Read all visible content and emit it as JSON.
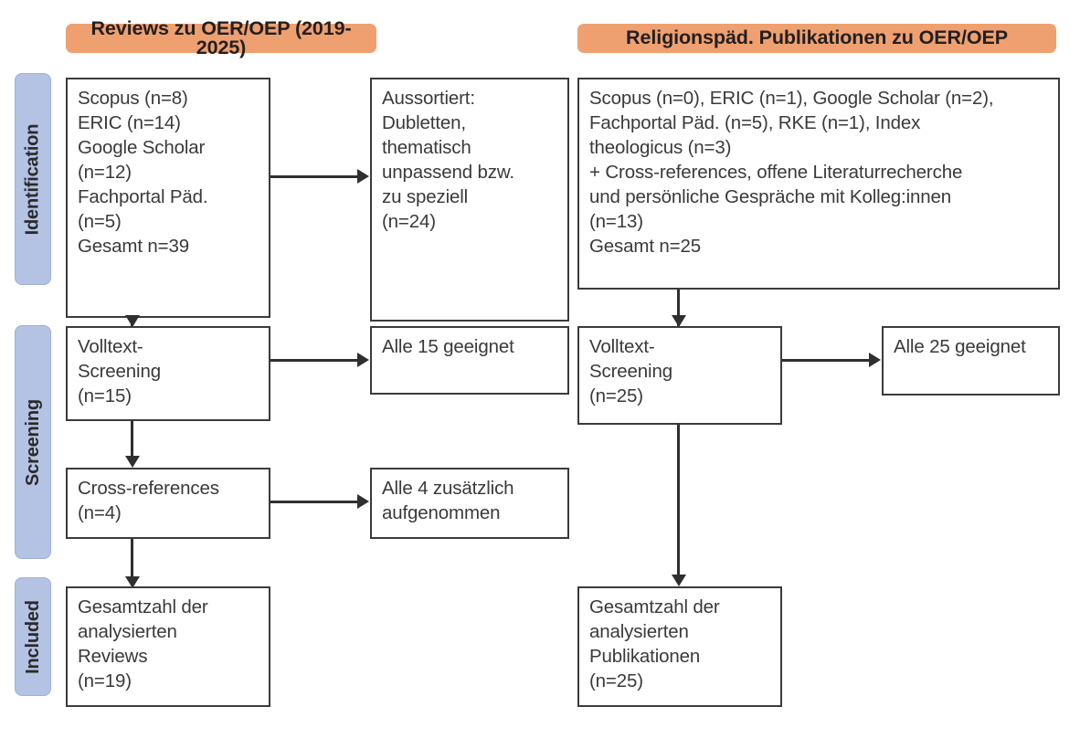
{
  "columns": {
    "left": {
      "header": "Reviews zu OER/OEP (2019-2025)"
    },
    "right": {
      "header": "Religionspäd. Publikationen zu OER/OEP"
    }
  },
  "stages": [
    {
      "label": "Identification"
    },
    {
      "label": "Screening"
    },
    {
      "label": "Included"
    }
  ],
  "boxes": {
    "left_identification": "Scopus (n=8)\nERIC (n=14)\nGoogle Scholar\n(n=12)\nFachportal Päd.\n(n=5)\nGesamt n=39",
    "left_excluded": "Aussortiert:\nDubletten,\nthematisch\nunpassend bzw.\nzu speziell\n(n=24)",
    "right_identification": "Scopus (n=0), ERIC (n=1), Google Scholar (n=2),\nFachportal Päd. (n=5), RKE (n=1), Index\ntheologicus (n=3)\n+ Cross-references, offene Literaturrecherche\nund persönliche Gespräche mit Kolleg:innen\n(n=13)\nGesamt n=25",
    "left_screening": "Volltext-\nScreening\n(n=15)",
    "left_screening_result": "Alle 15 geeignet",
    "right_screening": "Volltext-\nScreening\n(n=25)",
    "right_screening_result": "Alle 25 geeignet",
    "left_crossrefs": "Cross-references\n(n=4)",
    "left_crossrefs_result": "Alle 4 zusätzlich\naufgenommen",
    "left_included": "Gesamtzahl der\nanalysierten\nReviews\n(n=19)",
    "right_included": "Gesamtzahl der\nanalysierten\nPublikationen\n(n=25)"
  },
  "colors": {
    "header_orange": "#efa070",
    "stage_blue": "#b4c3e4",
    "box_border": "#3b3b3b",
    "connector": "#2f2f2f",
    "text": "#3a3a3a",
    "background": "#ffffff"
  }
}
